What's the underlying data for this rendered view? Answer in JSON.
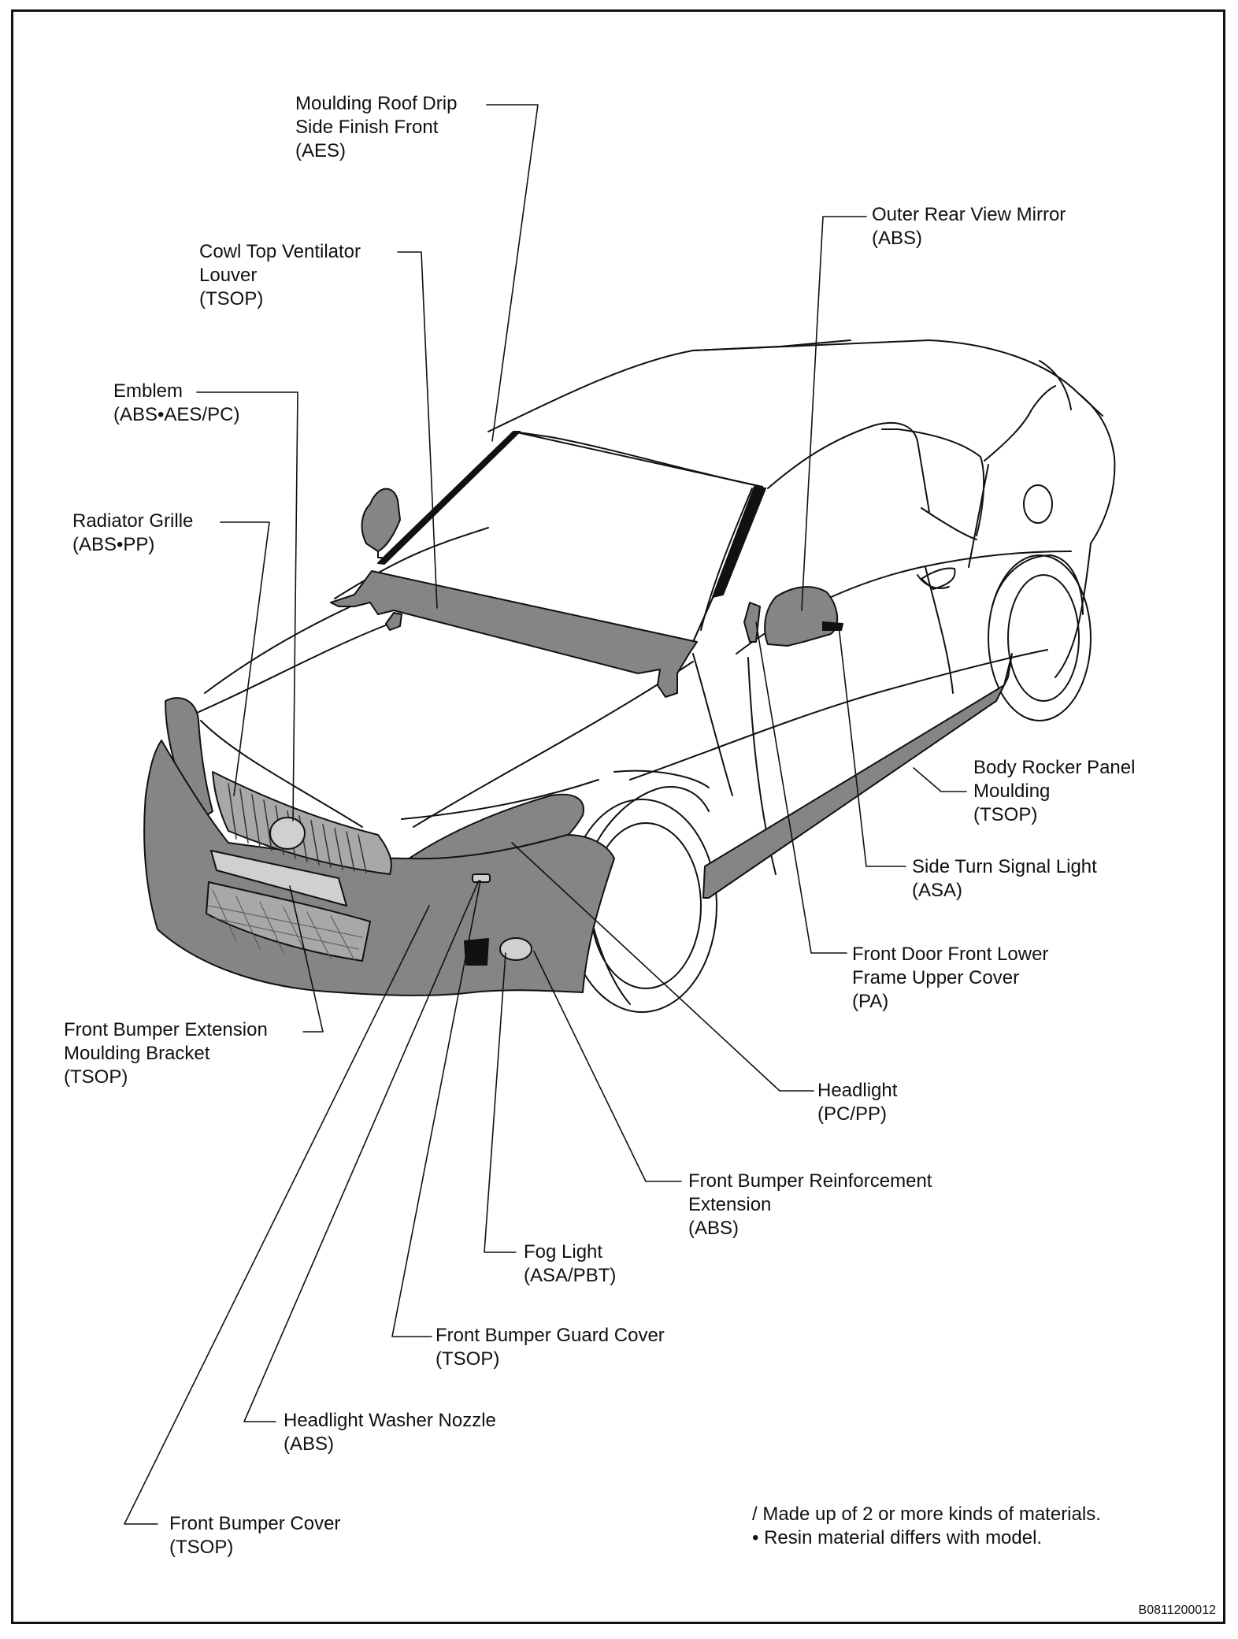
{
  "colors": {
    "line": "#111111",
    "part_fill": "#858585",
    "part_light": "#a8a8a8",
    "background": "#ffffff"
  },
  "callouts": [
    {
      "key": "roof-drip",
      "lines": [
        "Moulding Roof Drip",
        "Side Finish Front",
        "(AES)"
      ]
    },
    {
      "key": "mirror",
      "lines": [
        "Outer Rear View Mirror",
        "(ABS)"
      ]
    },
    {
      "key": "cowl",
      "lines": [
        "Cowl Top Ventilator",
        "Louver",
        "(TSOP)"
      ]
    },
    {
      "key": "emblem",
      "lines": [
        "Emblem",
        "(ABS•AES/PC)"
      ]
    },
    {
      "key": "grille",
      "lines": [
        "Radiator Grille",
        "(ABS•PP)"
      ]
    },
    {
      "key": "rocker",
      "lines": [
        "Body Rocker Panel",
        "Moulding",
        "(TSOP)"
      ]
    },
    {
      "key": "turn-signal",
      "lines": [
        "Side Turn Signal Light",
        "(ASA)"
      ]
    },
    {
      "key": "door-cover",
      "lines": [
        "Front Door Front Lower",
        "Frame Upper Cover",
        "(PA)"
      ]
    },
    {
      "key": "bracket",
      "lines": [
        "Front Bumper Extension",
        "Moulding Bracket",
        "(TSOP)"
      ]
    },
    {
      "key": "headlight",
      "lines": [
        "Headlight",
        "(PC/PP)"
      ]
    },
    {
      "key": "reinf",
      "lines": [
        "Front Bumper Reinforcement",
        "Extension",
        "(ABS)"
      ]
    },
    {
      "key": "fog",
      "lines": [
        "Fog Light",
        "(ASA/PBT)"
      ]
    },
    {
      "key": "guard",
      "lines": [
        "Front Bumper Guard Cover",
        "(TSOP)"
      ]
    },
    {
      "key": "washer",
      "lines": [
        "Headlight Washer Nozzle",
        "(ABS)"
      ]
    },
    {
      "key": "bumper",
      "lines": [
        "Front Bumper Cover",
        "(TSOP)"
      ]
    }
  ],
  "notes": [
    "/ Made up of 2 or more kinds of materials.",
    "• Resin material differs with model."
  ],
  "figure_id": "B0811200012"
}
